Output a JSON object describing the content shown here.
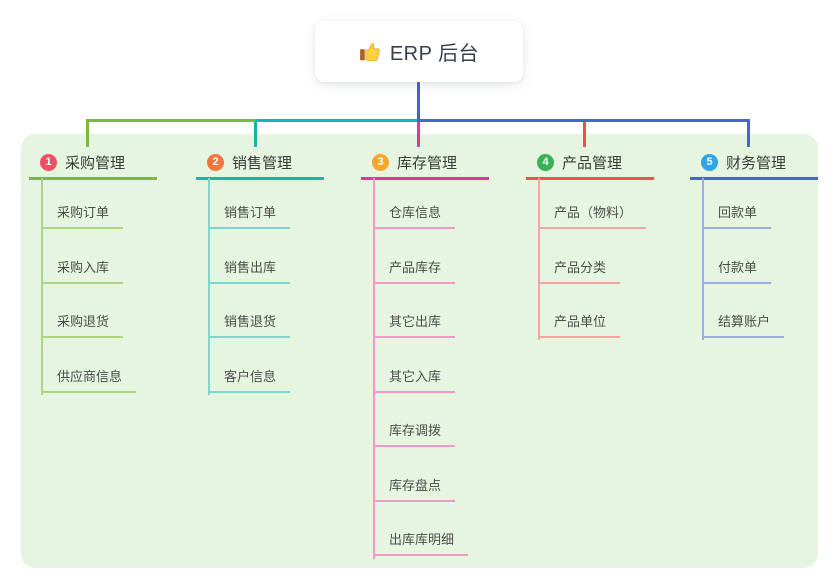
{
  "root": {
    "icon": "thumbs-up",
    "label": "ERP 后台"
  },
  "branches": [
    {
      "num": "1",
      "label": "采购管理",
      "children": [
        "采购订单",
        "采购入库",
        "采购退货",
        "供应商信息"
      ]
    },
    {
      "num": "2",
      "label": "销售管理",
      "children": [
        "销售订单",
        "销售出库",
        "销售退货",
        "客户信息"
      ]
    },
    {
      "num": "3",
      "label": "库存管理",
      "children": [
        "仓库信息",
        "产品库存",
        "其它出库",
        "其它入库",
        "库存调拨",
        "库存盘点",
        "出库库明细"
      ]
    },
    {
      "num": "4",
      "label": "产品管理",
      "children": [
        "产品（物料）",
        "产品分类",
        "产品单位"
      ]
    },
    {
      "num": "5",
      "label": "财务管理",
      "children": [
        "回款单",
        "付款单",
        "结算账户"
      ]
    }
  ],
  "colors": {
    "panel_bg": "#e6f5e0",
    "root_text": "#373e4d",
    "header_text": "#3b3b3b",
    "child_text": "#4c4c4c",
    "root_line": "#4a60d3",
    "b1_main": "#7cb93e",
    "b1_light": "#abd57f",
    "b1_badge": "#f04f66",
    "b2_main": "#12b6ae",
    "b2_light": "#7fd6cd",
    "b2_badge": "#f1773c",
    "b3_main": "#da3a9e",
    "b3_light": "#ef99c8",
    "b3_badge": "#f6a62a",
    "b4_main": "#f04f50",
    "b4_light": "#f6a4a3",
    "b4_badge": "#38b254",
    "b5_main": "#4a64d4",
    "b5_light": "#9aade4",
    "b5_badge": "#2fa4e7"
  }
}
